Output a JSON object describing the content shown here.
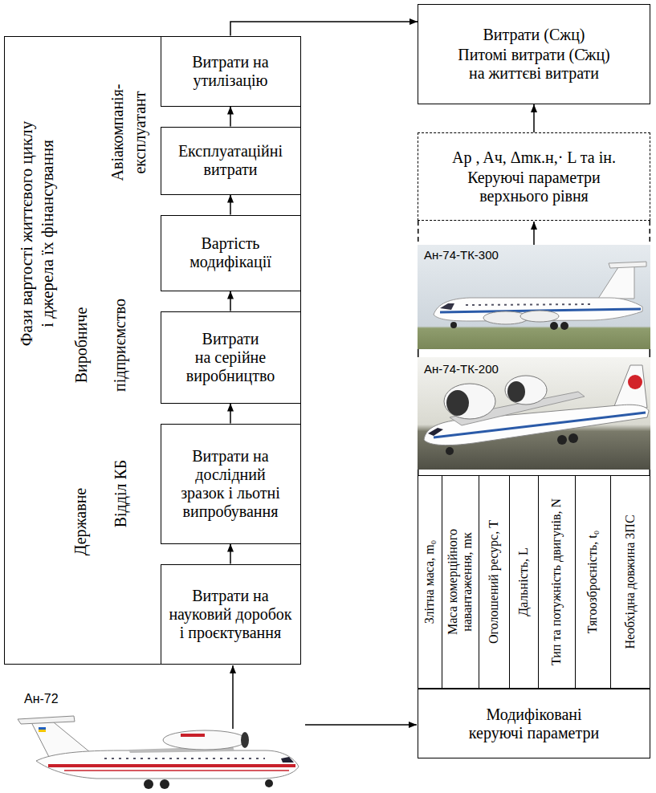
{
  "diagram": {
    "nodes": [
      {
        "text": [
          "Фази вартості життєвого циклу і джерела їх фінансування"
        ]
      },
      {
        "text": [
          "Витрати на утилізацію"
        ],
        "in": 0
      },
      {
        "text": [
          "Експлуатаційні витрати"
        ],
        "in": 0
      },
      {
        "text": [
          "Вартість модифікації"
        ],
        "in": 0
      },
      {
        "text": [
          "Витрати на серійне виробництво"
        ],
        "in": 0
      },
      {
        "text": [
          "Витрати на дослідний зразок і льотні випробування"
        ],
        "in": 0
      },
      {
        "text": [
          "Витрати на науковий доробок і проєктування"
        ],
        "in": 0
      },
      {
        "text": [
          "Витрати (Сжц)",
          "Питомі витрати (С̄жц) на життєві витрати"
        ]
      },
      {
        "text": [
          "Ap , Aч, Δmк.н,· L та ін.",
          "Керуючі параметри верхнього рівня"
        ]
      },
      {
        "text": [
          "Злітна маса, m₀"
        ]
      },
      {
        "text": [
          "Маса комерційного навантаження, mк"
        ]
      },
      {
        "text": [
          "Оголошений ресурс, T"
        ]
      },
      {
        "text": [
          "Дальність, L"
        ]
      },
      {
        "text": [
          "Тип та потужність двигунів, N"
        ]
      },
      {
        "text": [
          "Тягоозброєність, t₀"
        ]
      },
      {
        "text": [
          "Необхідна довжина ЗПС"
        ]
      },
      {
        "text": [
          "Модифіковані керуючі параметри"
        ]
      }
    ],
    "edges": [
      {
        "from": 6,
        "to": 5,
        "arrow": "to"
      },
      {
        "from": 5,
        "to": 4,
        "arrow": "to"
      },
      {
        "from": 4,
        "to": 3,
        "arrow": "to"
      },
      {
        "from": 3,
        "to": 2,
        "arrow": "to"
      },
      {
        "from": 2,
        "to": 1,
        "arrow": "to"
      },
      {
        "from": 1,
        "to": 7,
        "arrow": "to"
      },
      {
        "from": 8,
        "to": 7,
        "arrow": "to"
      }
    ],
    "labels": [
      "Державне",
      "Відділ КБ",
      "Виробниче підприємство",
      "Авіакомпанія- експлуатант",
      "Ан-74-ТК-300",
      "Ан-74-ТК-200",
      "Ан-72"
    ]
  }
}
